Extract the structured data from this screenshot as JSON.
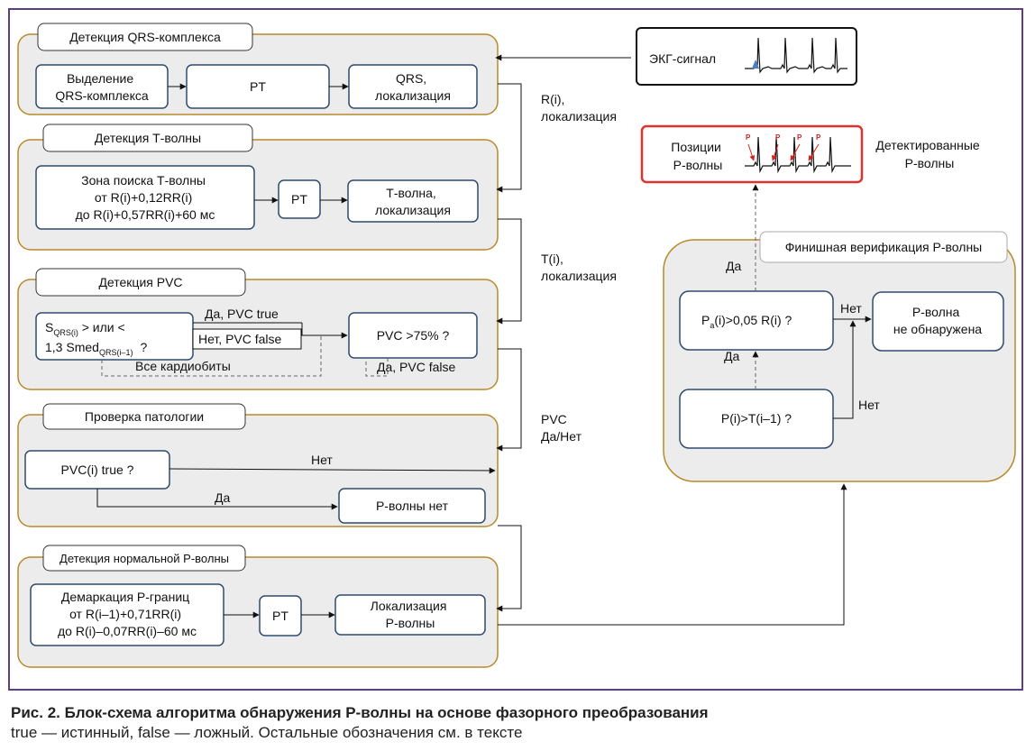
{
  "groups": {
    "qrs": {
      "title": "Детекция QRS-комплекса",
      "box1": [
        "Выделение",
        "QRS-комплекса"
      ],
      "box2": "PT",
      "box3": [
        "QRS,",
        "локализация"
      ]
    },
    "t": {
      "title": "Детекция Т-волны",
      "box1": [
        "Зона поиска Т-волны",
        "от R(i)+0,12RR(i)",
        "до R(i)+0,57RR(i)+60 мс"
      ],
      "box2": "PT",
      "box3": [
        "Т-волна,",
        "локализация"
      ]
    },
    "pvc": {
      "title": "Детекция PVC",
      "box1_part1": "S",
      "box1_sub1": "QRS(i)",
      "box1_part2": " > или <",
      "box1_line2": "1,3 Smed",
      "box1_sub2": "QRS(i–1)",
      "box1_q": "?",
      "yes_label": "Да, PVC true",
      "no_label": "Нет, PVC false",
      "all_beats": "Все кардиобиты",
      "box2": "PVC >75% ?",
      "box2_label": "Да, PVC false"
    },
    "pathology": {
      "title": "Проверка патологии",
      "question": "PVC(i) true ?",
      "no_label": "Нет",
      "yes_label": "Да",
      "result": "Р-волны нет"
    },
    "normal_p": {
      "title": "Детекция нормальной Р-волны",
      "box1": [
        "Демаркация Р-границ",
        "от R(i–1)+0,71RR(i)",
        "до R(i)–0,07RR(i)–60 мс"
      ],
      "box2": "PT",
      "box3": [
        "Локализация",
        "Р-волны"
      ]
    },
    "final": {
      "title": "Финишная верификация Р-волны",
      "q1_part1": "P",
      "q1_sub": "a",
      "q1_part2": "(i)>0,05 R(i) ?",
      "q1_no": "Нет",
      "q1_yes": "Да",
      "result_no": [
        "Р-волна",
        "не обнаружена"
      ],
      "q2": "P(i)>T(i–1) ?",
      "q2_yes": "Да",
      "q2_no": "Нет",
      "up_yes": "Да"
    }
  },
  "ecg": {
    "label": "ЭКГ-сигнал"
  },
  "positions": {
    "label": [
      "Позиции",
      "Р-волны"
    ],
    "marker": "P"
  },
  "detected_label": [
    "Детектированные",
    "Р-волны"
  ],
  "side_labels": {
    "r": [
      "R(i),",
      "локализация"
    ],
    "t": [
      "T(i),",
      "локализация"
    ],
    "pvc": [
      "PVC",
      "Да/Нет"
    ]
  },
  "caption": {
    "title": "Рис. 2. Блок-схема алгоритма обнаружения Р-волны на основе фазорного преобразования",
    "note": "true — истинный, false — ложный. Остальные обозначения см. в тексте"
  },
  "colors": {
    "frame": "#5b3f82",
    "group_border": "#b8892a",
    "group_fill": "#ececec",
    "box_border": "#2f4b6e",
    "highlight_border": "#e0322f",
    "arrow": "#111111",
    "ecg_trace": "#111111",
    "p_marker": "#d62020"
  }
}
